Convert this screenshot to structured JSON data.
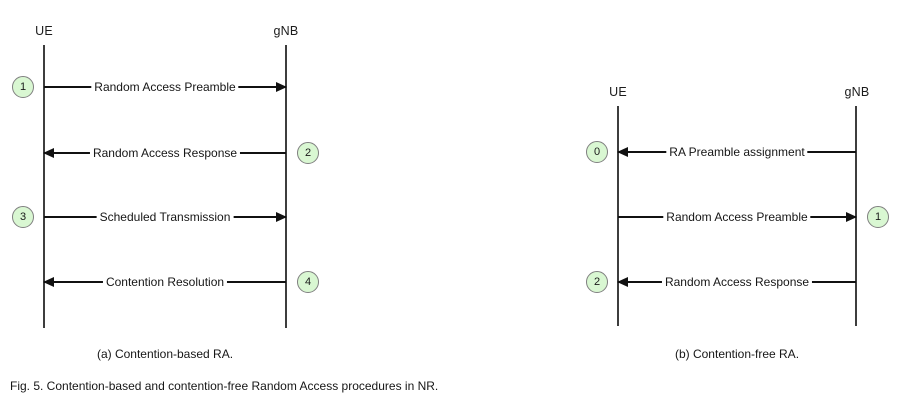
{
  "figure": {
    "caption": "Fig. 5. Contention-based and contention-free Random Access procedures in NR."
  },
  "colors": {
    "badge_fill": "#d9f7d2",
    "badge_border": "#7f7f7f",
    "line": "#111111"
  },
  "diagrams": {
    "a": {
      "caption": "(a) Contention-based RA.",
      "actors": [
        "UE",
        "gNB"
      ],
      "messages": [
        {
          "step": "1",
          "label": "Random Access Preamble",
          "from": "UE",
          "to": "gNB",
          "badge_side": "left"
        },
        {
          "step": "2",
          "label": "Random Access Response",
          "from": "gNB",
          "to": "UE",
          "badge_side": "right"
        },
        {
          "step": "3",
          "label": "Scheduled Transmission",
          "from": "UE",
          "to": "gNB",
          "badge_side": "left"
        },
        {
          "step": "4",
          "label": "Contention Resolution",
          "from": "gNB",
          "to": "UE",
          "badge_side": "right"
        }
      ]
    },
    "b": {
      "caption": "(b) Contention-free RA.",
      "actors": [
        "UE",
        "gNB"
      ],
      "messages": [
        {
          "step": "0",
          "label": "RA Preamble assignment",
          "from": "gNB",
          "to": "UE",
          "badge_side": "left"
        },
        {
          "step": "1",
          "label": "Random Access Preamble",
          "from": "UE",
          "to": "gNB",
          "badge_side": "right"
        },
        {
          "step": "2",
          "label": "Random Access Response",
          "from": "gNB",
          "to": "UE",
          "badge_side": "left"
        }
      ]
    }
  }
}
